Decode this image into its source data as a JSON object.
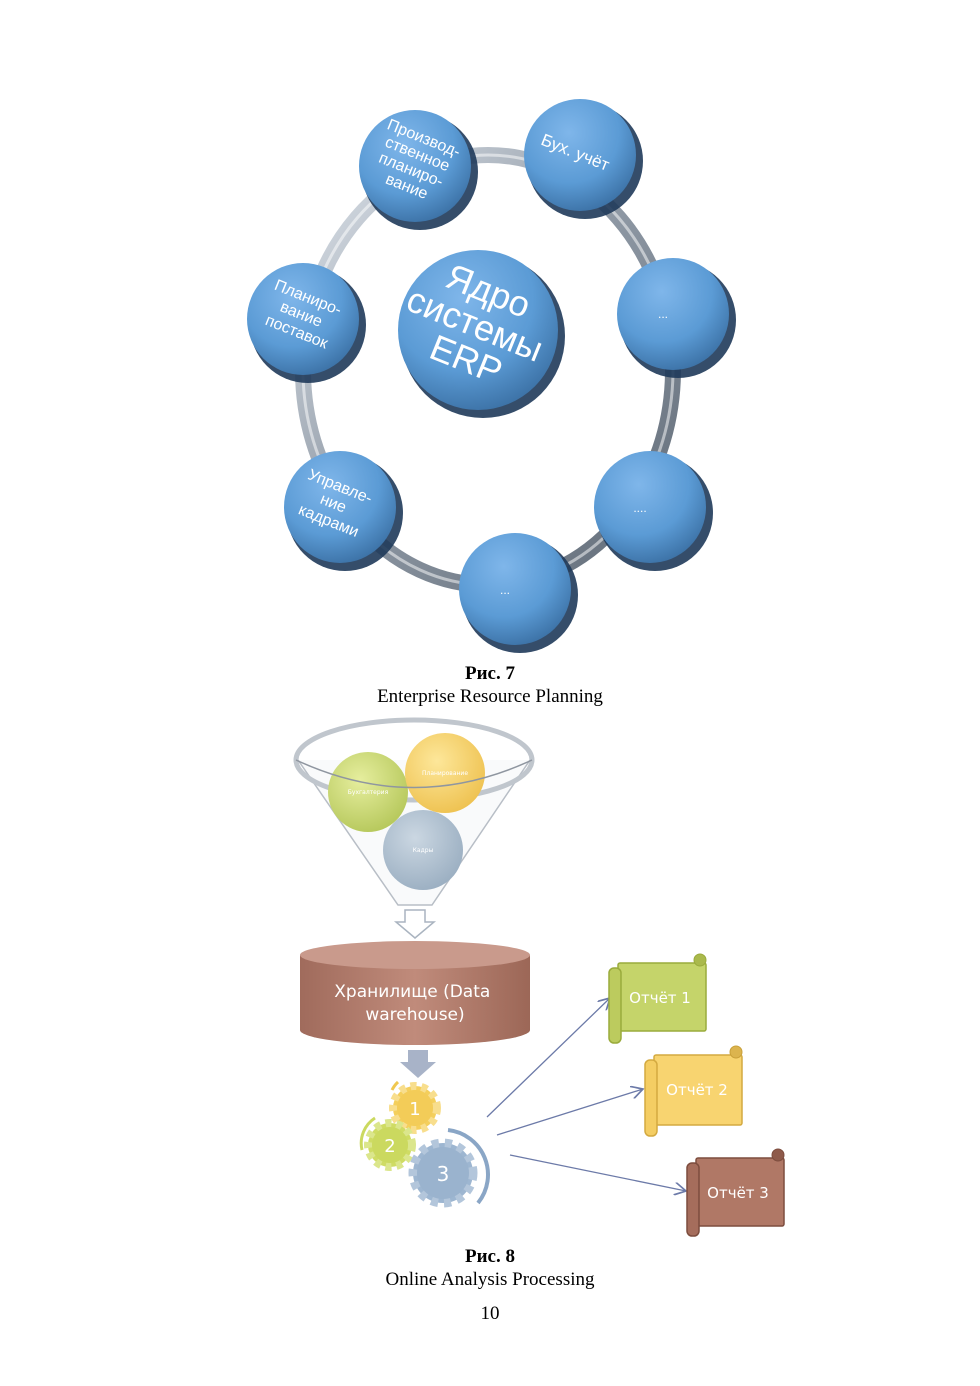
{
  "figure7": {
    "core_label": [
      "Ядро",
      "системы",
      "ERP"
    ],
    "modules": [
      {
        "lines": [
          "Производ-",
          "ственное",
          "планиро-",
          "вание"
        ]
      },
      {
        "lines": [
          "Бух. учёт"
        ]
      },
      {
        "lines": [
          "..."
        ]
      },
      {
        "lines": [
          "...."
        ]
      },
      {
        "lines": [
          "..."
        ]
      },
      {
        "lines": [
          "Управле-",
          "ние",
          "кадрами"
        ]
      },
      {
        "lines": [
          "Планиро-",
          "вание",
          "поставок"
        ]
      }
    ],
    "caption_title": "Рис. 7",
    "caption_text": "Enterprise Resource Planning",
    "colors": {
      "circle": "#5b9bd5",
      "circle_dark": "#3f77ad",
      "ring": "#9aa4b0"
    }
  },
  "figure8": {
    "funnel_items": [
      "Бухгалтерия",
      "Планирование",
      "Кадры"
    ],
    "warehouse_lines": [
      "Хранилище (Data",
      "warehouse)"
    ],
    "gears": [
      "1",
      "2",
      "3"
    ],
    "reports": [
      "Отчёт 1",
      "Отчёт 2",
      "Отчёт 3"
    ],
    "caption_title": "Рис. 8",
    "caption_text": "Online Analysis Processing",
    "colors": {
      "green": "#c9d76a",
      "yellow": "#f7d36b",
      "gray_blue": "#a9bccd",
      "warehouse": "#b07a6a",
      "report1": "#c5d46a",
      "report2": "#f8d470",
      "report3": "#b07866",
      "arrow": "#6c7aa8"
    }
  },
  "page_number": "10"
}
